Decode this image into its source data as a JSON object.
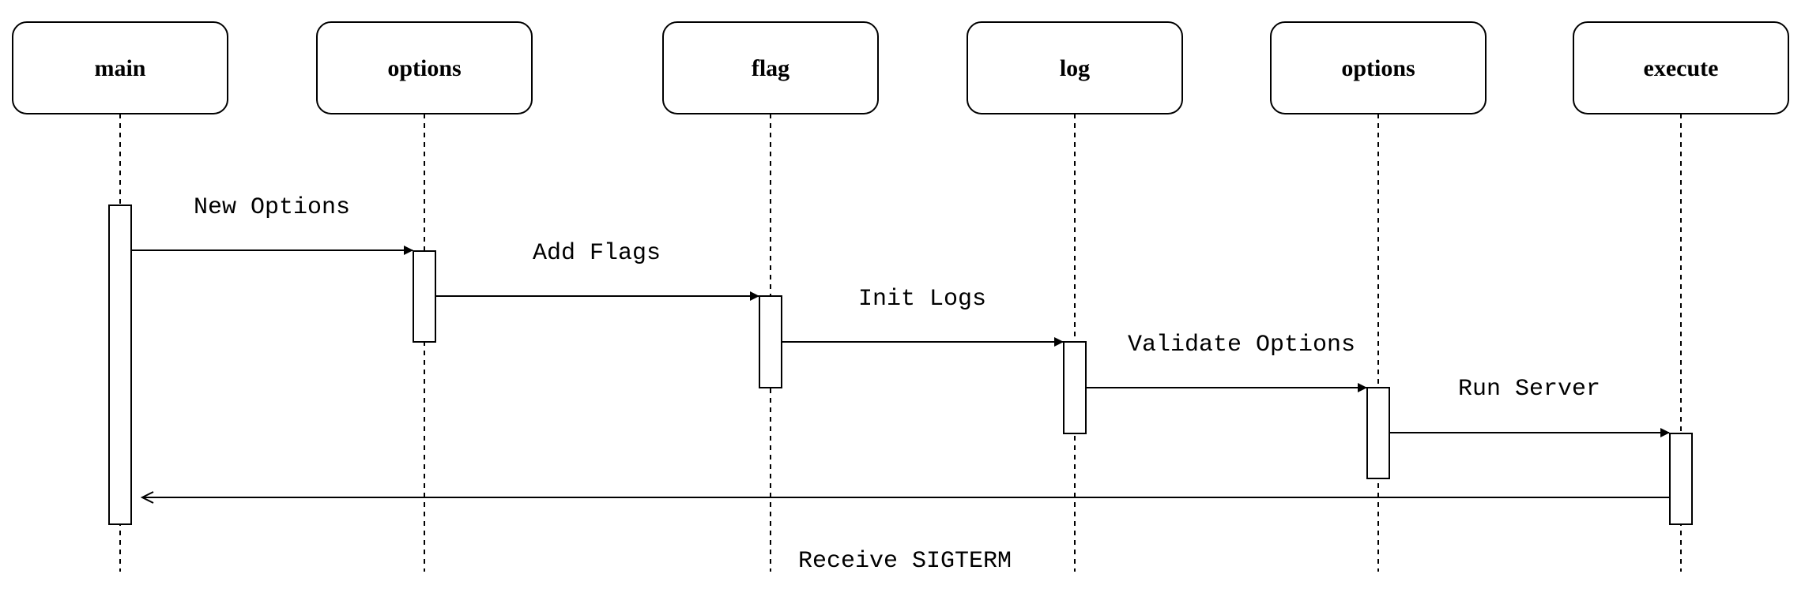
{
  "colors": {
    "stroke": "#000000",
    "background": "#ffffff"
  },
  "participants": [
    {
      "id": "main",
      "label": "main"
    },
    {
      "id": "options1",
      "label": "options"
    },
    {
      "id": "flag",
      "label": "flag"
    },
    {
      "id": "log",
      "label": "log"
    },
    {
      "id": "options2",
      "label": "options"
    },
    {
      "id": "execute",
      "label": "execute"
    }
  ],
  "messages": [
    {
      "from": "main",
      "to": "options1",
      "label": "New Options"
    },
    {
      "from": "options1",
      "to": "flag",
      "label": "Add Flags"
    },
    {
      "from": "flag",
      "to": "log",
      "label": "Init Logs"
    },
    {
      "from": "log",
      "to": "options2",
      "label": "Validate Options"
    },
    {
      "from": "options2",
      "to": "execute",
      "label": "Run Server"
    },
    {
      "from": "execute",
      "to": "main",
      "label": "Receive SIGTERM"
    }
  ]
}
